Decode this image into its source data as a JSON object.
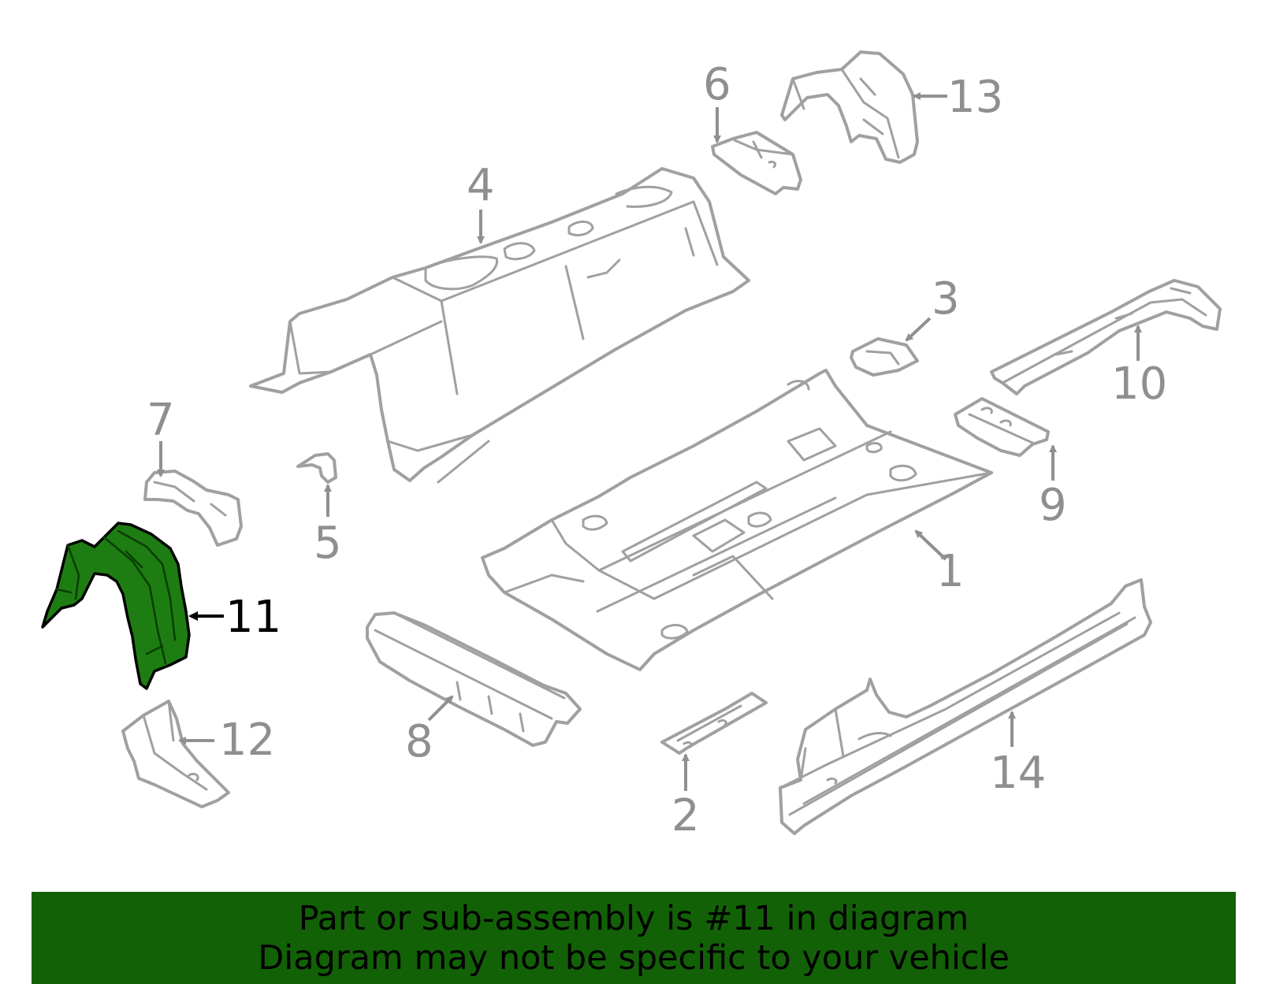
{
  "diagram": {
    "highlight_color": "#1e7d12",
    "part_line_color": "#a0a0a0",
    "highlighted_callout": "11",
    "callouts": [
      "1",
      "2",
      "3",
      "4",
      "5",
      "6",
      "7",
      "8",
      "9",
      "10",
      "11",
      "12",
      "13",
      "14"
    ]
  },
  "banner": {
    "background_color": "#136107",
    "line1": "Part or sub-assembly is #11 in diagram",
    "line2": "Diagram may not be specific to your vehicle"
  }
}
